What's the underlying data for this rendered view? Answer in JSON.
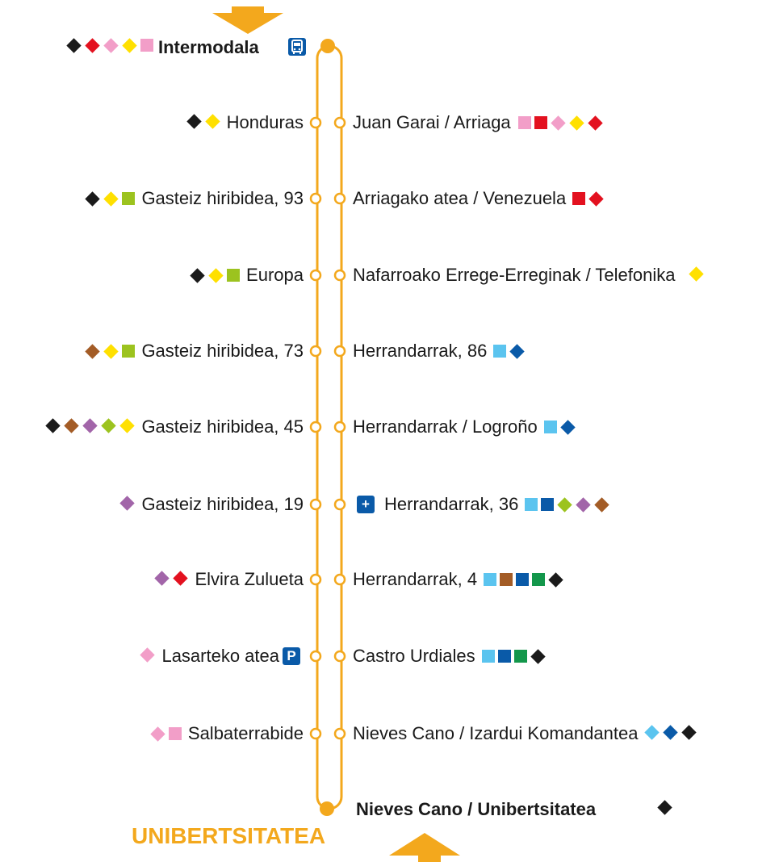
{
  "colors": {
    "line": "#f3a81d",
    "black": "#1a1a1a",
    "red": "#e3111f",
    "pink": "#f29ec8",
    "yellow": "#ffe000",
    "green": "#9cc31f",
    "brown": "#a35c26",
    "purple": "#a265a9",
    "lightblue": "#5bc4ef",
    "blue": "#0a5aa8",
    "darkgreen": "#13974b"
  },
  "terminus_top": {
    "name": "Intermodala",
    "symbols": [
      "diamond-black",
      "diamond-red",
      "diamond-pink",
      "diamond-yellow",
      "square-pink"
    ],
    "icon": "bus-station-icon"
  },
  "terminus_bottom": {
    "name": "Nieves Cano / Unibertsitatea",
    "symbols": [
      "diamond-black"
    ]
  },
  "destination": "UNIBERTSITATEA",
  "left_stops": [
    {
      "name": "Honduras",
      "symbols": [
        "diamond-black",
        "diamond-yellow"
      ]
    },
    {
      "name": "Gasteiz hiribidea, 93",
      "symbols": [
        "diamond-black",
        "diamond-yellow",
        "square-green"
      ]
    },
    {
      "name": "Europa",
      "symbols": [
        "diamond-black",
        "diamond-yellow",
        "square-green"
      ]
    },
    {
      "name": "Gasteiz hiribidea, 73",
      "symbols": [
        "diamond-brown",
        "diamond-yellow",
        "square-green"
      ]
    },
    {
      "name": "Gasteiz hiribidea, 45",
      "symbols": [
        "diamond-black",
        "diamond-brown",
        "diamond-purple",
        "diamond-green",
        "diamond-yellow"
      ]
    },
    {
      "name": "Gasteiz hiribidea, 19",
      "symbols": [
        "diamond-purple"
      ]
    },
    {
      "name": "Elvira Zulueta",
      "symbols": [
        "diamond-purple",
        "diamond-red"
      ]
    },
    {
      "name": "Lasarteko atea",
      "symbols": [
        "diamond-pink"
      ],
      "badge": {
        "text": "P",
        "icon": "parking-icon"
      }
    },
    {
      "name": "Salbaterrabide",
      "symbols": [
        "diamond-pink",
        "square-pink"
      ]
    }
  ],
  "right_stops": [
    {
      "name": "Juan Garai / Arriaga",
      "symbols": [
        "square-pink",
        "square-red",
        "diamond-pink",
        "diamond-yellow",
        "diamond-red"
      ]
    },
    {
      "name": "Arriagako atea / Venezuela",
      "symbols": [
        "square-red",
        "diamond-red"
      ]
    },
    {
      "name": "Nafarroako Errege-Erreginak / Telefonika",
      "symbols": [
        "diamond-yellow"
      ]
    },
    {
      "name": "Herrandarrak, 86",
      "symbols": [
        "square-lightblue",
        "diamond-blue"
      ]
    },
    {
      "name": "Herrandarrak / Logroño",
      "symbols": [
        "square-lightblue",
        "diamond-blue"
      ]
    },
    {
      "name": "Herrandarrak, 36",
      "symbols": [
        "square-lightblue",
        "square-blue",
        "diamond-green",
        "diamond-purple",
        "diamond-brown"
      ],
      "badge": {
        "text": "+",
        "icon": "hospital-icon"
      }
    },
    {
      "name": "Herrandarrak, 4",
      "symbols": [
        "square-lightblue",
        "square-brown",
        "square-blue",
        "square-darkgreen",
        "diamond-black"
      ]
    },
    {
      "name": "Castro Urdiales",
      "symbols": [
        "square-lightblue",
        "square-blue",
        "square-darkgreen",
        "diamond-black"
      ]
    },
    {
      "name": "Nieves Cano / Izardui Komandantea",
      "symbols": [
        "diamond-lightblue",
        "diamond-blue",
        "diamond-black"
      ]
    }
  ]
}
